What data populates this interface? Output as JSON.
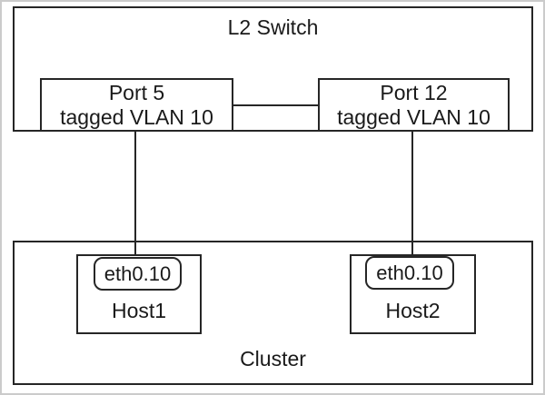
{
  "diagram": {
    "switch": {
      "label": "L2 Switch"
    },
    "ports": [
      {
        "name": "Port 5",
        "vlan": "tagged VLAN 10"
      },
      {
        "name": "Port 12",
        "vlan": "tagged VLAN 10"
      }
    ],
    "hosts": [
      {
        "label": "Host1",
        "interface": "eth0.10"
      },
      {
        "label": "Host2",
        "interface": "eth0.10"
      }
    ],
    "cluster": {
      "label": "Cluster"
    },
    "colors": {
      "line": "#262626",
      "frame": "#cbcbcb",
      "background": "#ffffff",
      "text": "#1a1a1a"
    }
  }
}
